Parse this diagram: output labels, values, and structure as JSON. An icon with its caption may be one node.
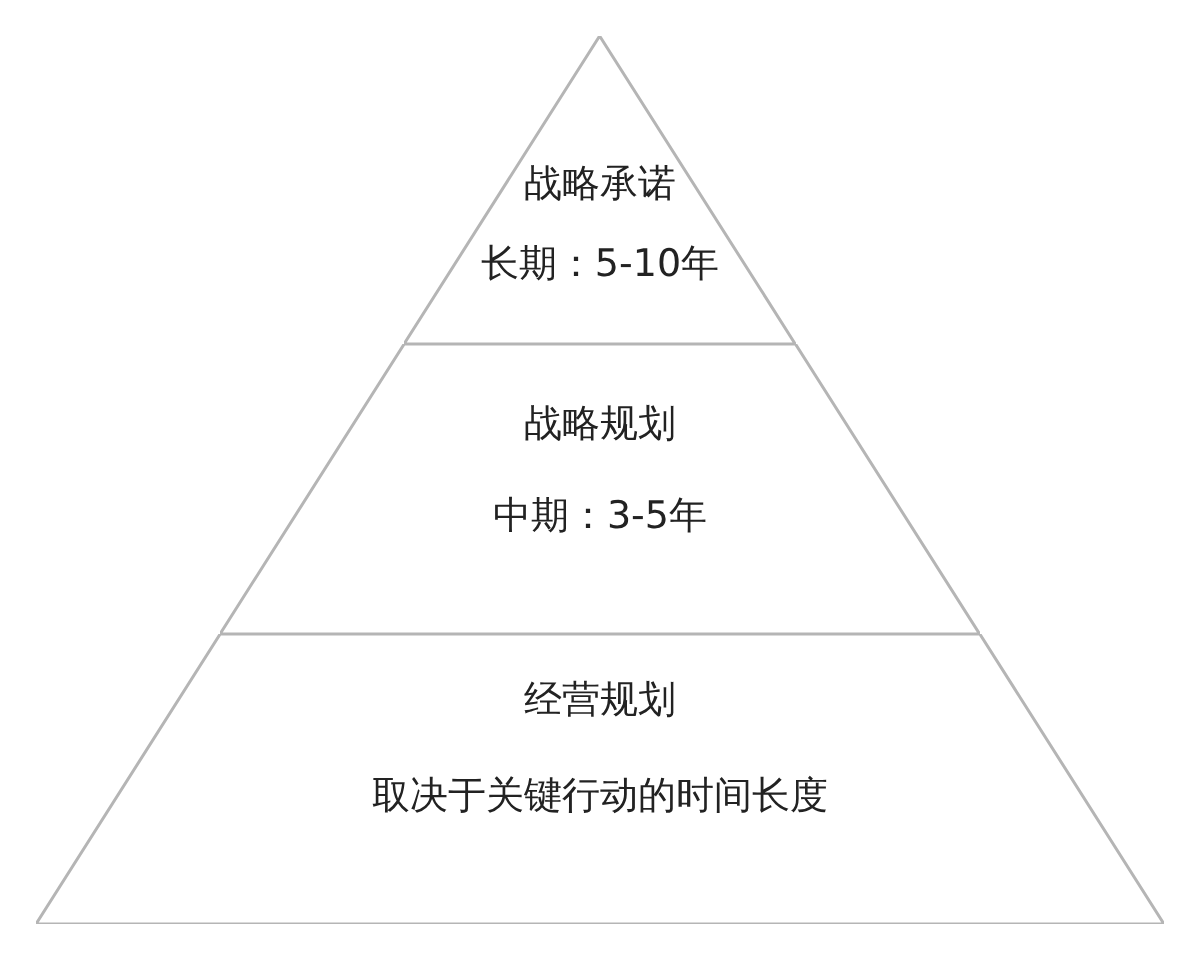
{
  "diagram": {
    "nodes": [
      {
        "text": [
          "战略承诺",
          "长期：5-10年"
        ]
      },
      {
        "text": [
          "战略规划",
          "中期：3-5年"
        ]
      },
      {
        "text": [
          "经营规划",
          "取决于关键行动的时间长度"
        ]
      }
    ]
  }
}
